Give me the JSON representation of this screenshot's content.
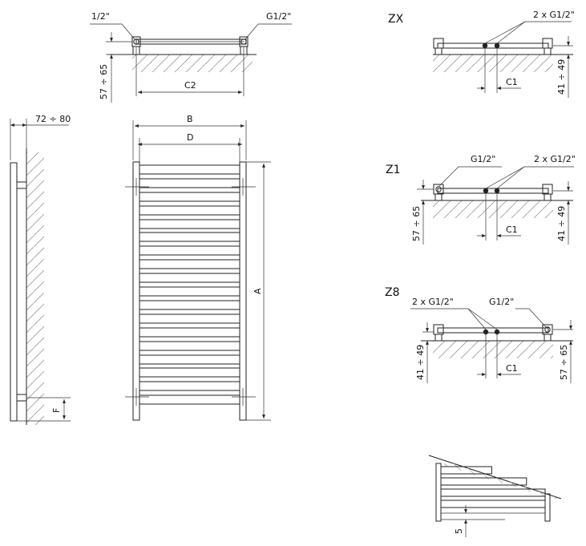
{
  "top_view": {
    "label_left": "1/2\"",
    "label_right": "G1/2\"",
    "dim_height": "57 ÷ 65",
    "dim_width": "C2"
  },
  "side_view": {
    "dim_depth": "72 ÷ 80",
    "dim_f": "F"
  },
  "front_view": {
    "dim_b": "B",
    "dim_d": "D",
    "dim_a": "A"
  },
  "zx": {
    "title": "ZX",
    "label_pipes": "2 x G1/2\"",
    "dim_c1": "C1",
    "dim_height": "41 ÷ 49"
  },
  "z1": {
    "title": "Z1",
    "label_left": "G1/2\"",
    "label_pipes": "2 x G1/2\"",
    "dim_left": "57 ÷ 65",
    "dim_c1": "C1",
    "dim_right": "41 ÷ 49"
  },
  "z8": {
    "title": "Z8",
    "label_pipes": "2 x G1/2\"",
    "label_right": "G1/2\"",
    "dim_left": "41 ÷ 49",
    "dim_c1": "C1",
    "dim_right": "57 ÷ 65"
  },
  "detail": {
    "dim_gap": "5"
  }
}
